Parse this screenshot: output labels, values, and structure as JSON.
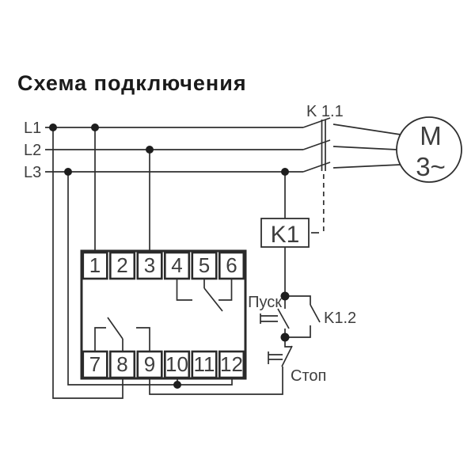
{
  "title": "Схема подключения",
  "colors": {
    "line": "#2f2f2f",
    "text": "#3e3e3e",
    "title": "#1a1a1a",
    "background": "#ffffff"
  },
  "power_lines": {
    "labels": [
      "L1",
      "L2",
      "L3"
    ]
  },
  "contactor": {
    "main_contacts_label": "K 1.1",
    "coil_label": "K1",
    "aux_contact_label": "K1.2"
  },
  "motor": {
    "symbol": "M",
    "phase_mark": "3~"
  },
  "buttons": {
    "start_label": "Пуск",
    "stop_label": "Стоп"
  },
  "device": {
    "top_terminals": [
      "1",
      "2",
      "3",
      "4",
      "5",
      "6"
    ],
    "bottom_terminals": [
      "7",
      "8",
      "9",
      "10",
      "11",
      "12"
    ]
  }
}
